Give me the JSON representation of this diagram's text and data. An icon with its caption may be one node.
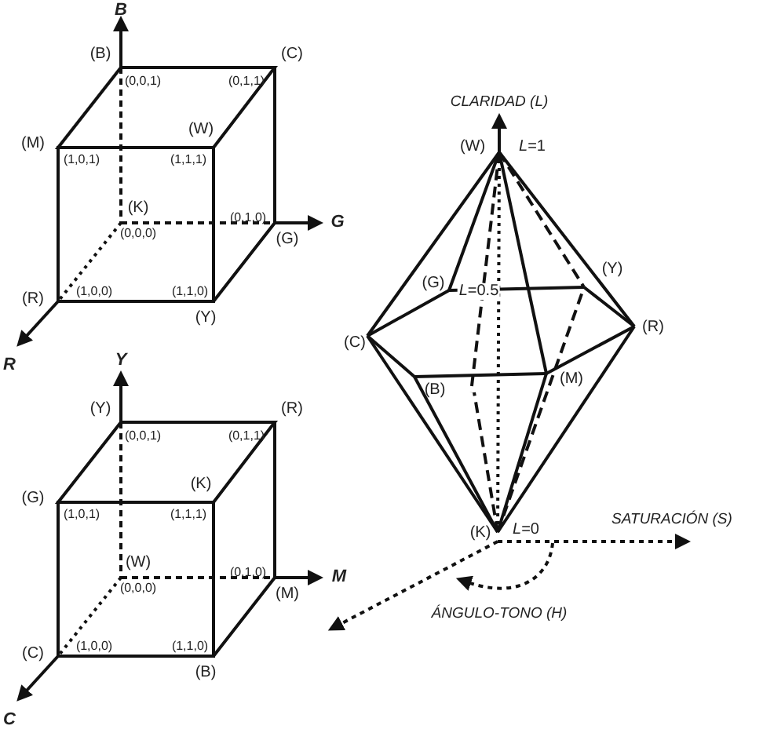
{
  "diagram": {
    "labels": [
      "B",
      "(B)",
      "(0,0,1)",
      "(C)",
      "(0,1,1)",
      "(M)",
      "(1,0,1)",
      "(W)",
      "(1,1,1)",
      "(K)",
      "(0,0,0)",
      "(0,1,0)",
      "G",
      "(G)",
      "(R)",
      "(1,0,0)",
      "(1,1,0)",
      "(Y)",
      "R",
      "Y",
      "(Y)",
      "(0,0,1)",
      "(R)",
      "(0,1,1)",
      "(G)",
      "(1,0,1)",
      "(K)",
      "(1,1,1)",
      "(W)",
      "(0,0,0)",
      "(0,1,0)",
      "M",
      "(M)",
      "(C)",
      "(1,0,0)",
      "(1,1,0)",
      "(B)",
      "C",
      "CLARIDAD (L)",
      "(W)",
      "*L*=1",
      "(G)",
      "*L*=0.5",
      "(Y)",
      "(C)",
      "(R)",
      "(B)",
      "(M)",
      "(K)",
      "*L*=0",
      "SATURACIÓN (S)",
      "ÁNGULO-TONO (H)"
    ]
  }
}
